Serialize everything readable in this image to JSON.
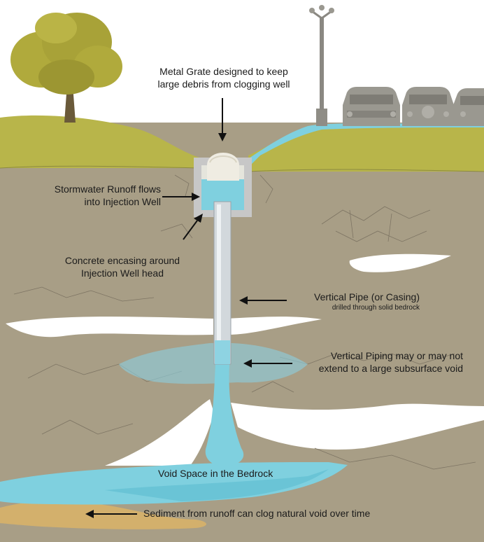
{
  "labels": {
    "metal_grate": {
      "line1": "Metal Grate designed to keep",
      "line2": "large debris from clogging well"
    },
    "stormwater": {
      "line1": "Stormwater Runoff flows",
      "line2": "into Injection Well"
    },
    "concrete": {
      "line1": "Concrete encasing around",
      "line2": "Injection Well head"
    },
    "vertical_pipe": {
      "line1": "Vertical Pipe (or Casing)",
      "line2": "drilled through solid bedrock"
    },
    "vertical_piping": {
      "line1": "Vertical Piping may or may not",
      "line2": "extend to a large subsurface void"
    },
    "void_space": "Void Space in the Bedrock",
    "sediment": "Sediment from runoff can clog natural void over time"
  },
  "colors": {
    "bedrock": "#a89e86",
    "surface": "#b8b54a",
    "water": "#7fd0df",
    "water_dark": "#35aac2",
    "sediment": "#d3b06c",
    "concrete": "#c7c7c7",
    "pipe": "#d2d8dc",
    "tree": "#b0aa3c",
    "trunk": "#6a5a3a",
    "car": "#9a9890",
    "crack": "#7d7463"
  },
  "icons": [
    "tree-icon",
    "street-lamp-icon",
    "parked-car-icon",
    "metal-grate-icon"
  ]
}
